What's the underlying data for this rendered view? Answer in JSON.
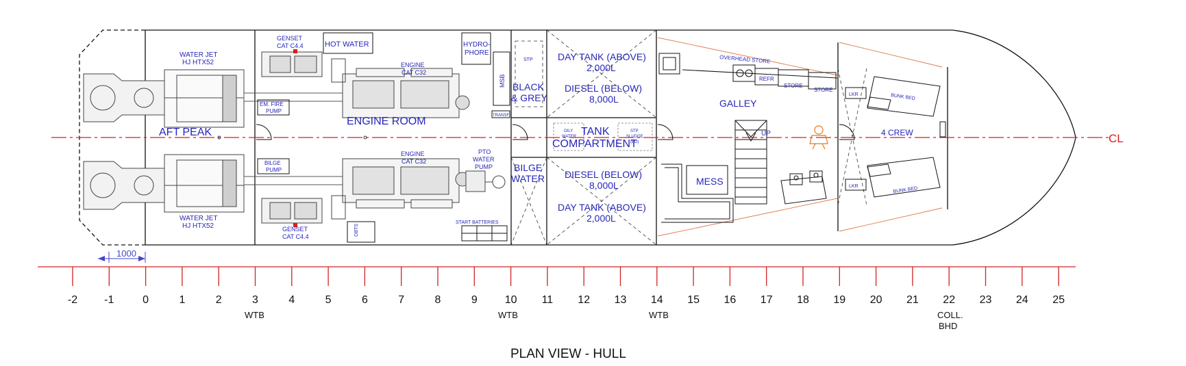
{
  "title": "PLAN VIEW - HULL",
  "centerline_label": "CL",
  "dimension_label": "1000",
  "frames": [
    "-2",
    "-1",
    "0",
    "1",
    "2",
    "3",
    "4",
    "5",
    "6",
    "7",
    "8",
    "9",
    "10",
    "11",
    "12",
    "13",
    "14",
    "15",
    "16",
    "17",
    "18",
    "19",
    "20",
    "21",
    "22",
    "23",
    "24",
    "25"
  ],
  "bulkheads": {
    "wtb_a": "WTB",
    "wtb_b": "WTB",
    "wtb_c": "WTB",
    "coll_line1": "COLL.",
    "coll_line2": "BHD"
  },
  "compartments": {
    "aft_peak": "AFT PEAK",
    "engine_room": "ENGINE ROOM",
    "black_grey_1": "BLACK",
    "black_grey_2": "& GREY",
    "bilge_water_1": "BILGE",
    "bilge_water_2": "WATER",
    "tank_compartment_1": "TANK",
    "tank_compartment_2": "COMPARTMENT",
    "day_tank_upper_1": "DAY TANK (ABOVE)",
    "day_tank_upper_2": "2,000L",
    "diesel_upper_1": "DIESEL (BELOW)",
    "diesel_upper_2": "8,000L",
    "diesel_lower_1": "DIESEL (BELOW)",
    "diesel_lower_2": "8,000L",
    "day_tank_lower_1": "DAY TANK (ABOVE)",
    "day_tank_lower_2": "2,000L",
    "galley": "GALLEY",
    "mess": "MESS",
    "crew": "4 CREW"
  },
  "equipment": {
    "water_jet_top_1": "WATER JET",
    "water_jet_top_2": "HJ HTX52",
    "water_jet_bottom_1": "WATER JET",
    "water_jet_bottom_2": "HJ HTX52",
    "genset_top_1": "GENSET",
    "genset_top_2": "CAT C4.4",
    "genset_bottom_1": "GENSET",
    "genset_bottom_2": "CAT C4.4",
    "engine_top_1": "ENGINE",
    "engine_top_2": "CAT C32",
    "engine_bottom_1": "ENGINE",
    "engine_bottom_2": "CAT C32",
    "hot_water": "HOT WATER",
    "hydrophore_1": "HYDRO-",
    "hydrophore_2": "PHORE",
    "msb": "MSB",
    "transf": "TRANSF",
    "em_fire_pump_1": "EM. FIRE",
    "em_fire_pump_2": "PUMP",
    "bilge_pump_1": "BILGE",
    "bilge_pump_2": "PUMP",
    "pto_water_pump_1": "PTO",
    "pto_water_pump_2": "WATER",
    "pto_water_pump_3": "PUMP",
    "start_batteries": "START BATTERIES",
    "obts": "OBTS",
    "stp_top": "STP",
    "oily_water_1": "OILY",
    "oily_water_2": "WATER",
    "stp_sludge_1": "STP",
    "stp_sludge_2": "SLUDGE",
    "stp_sludge_3": "(BD)",
    "overhead_store": "OVERHEAD STORE",
    "refr": "REFR",
    "store_1": "STORE",
    "store_2": "STORE",
    "up": "UP",
    "lkr_top": "LKR",
    "lkr_bottom": "LKR",
    "bunk_bed_top": "BUNK BED",
    "bunk_bed_bottom": "BUNK BED"
  },
  "colors": {
    "label": "#2626b8",
    "red": "#d42020",
    "orange": "#e07a20",
    "line": "#111111"
  }
}
